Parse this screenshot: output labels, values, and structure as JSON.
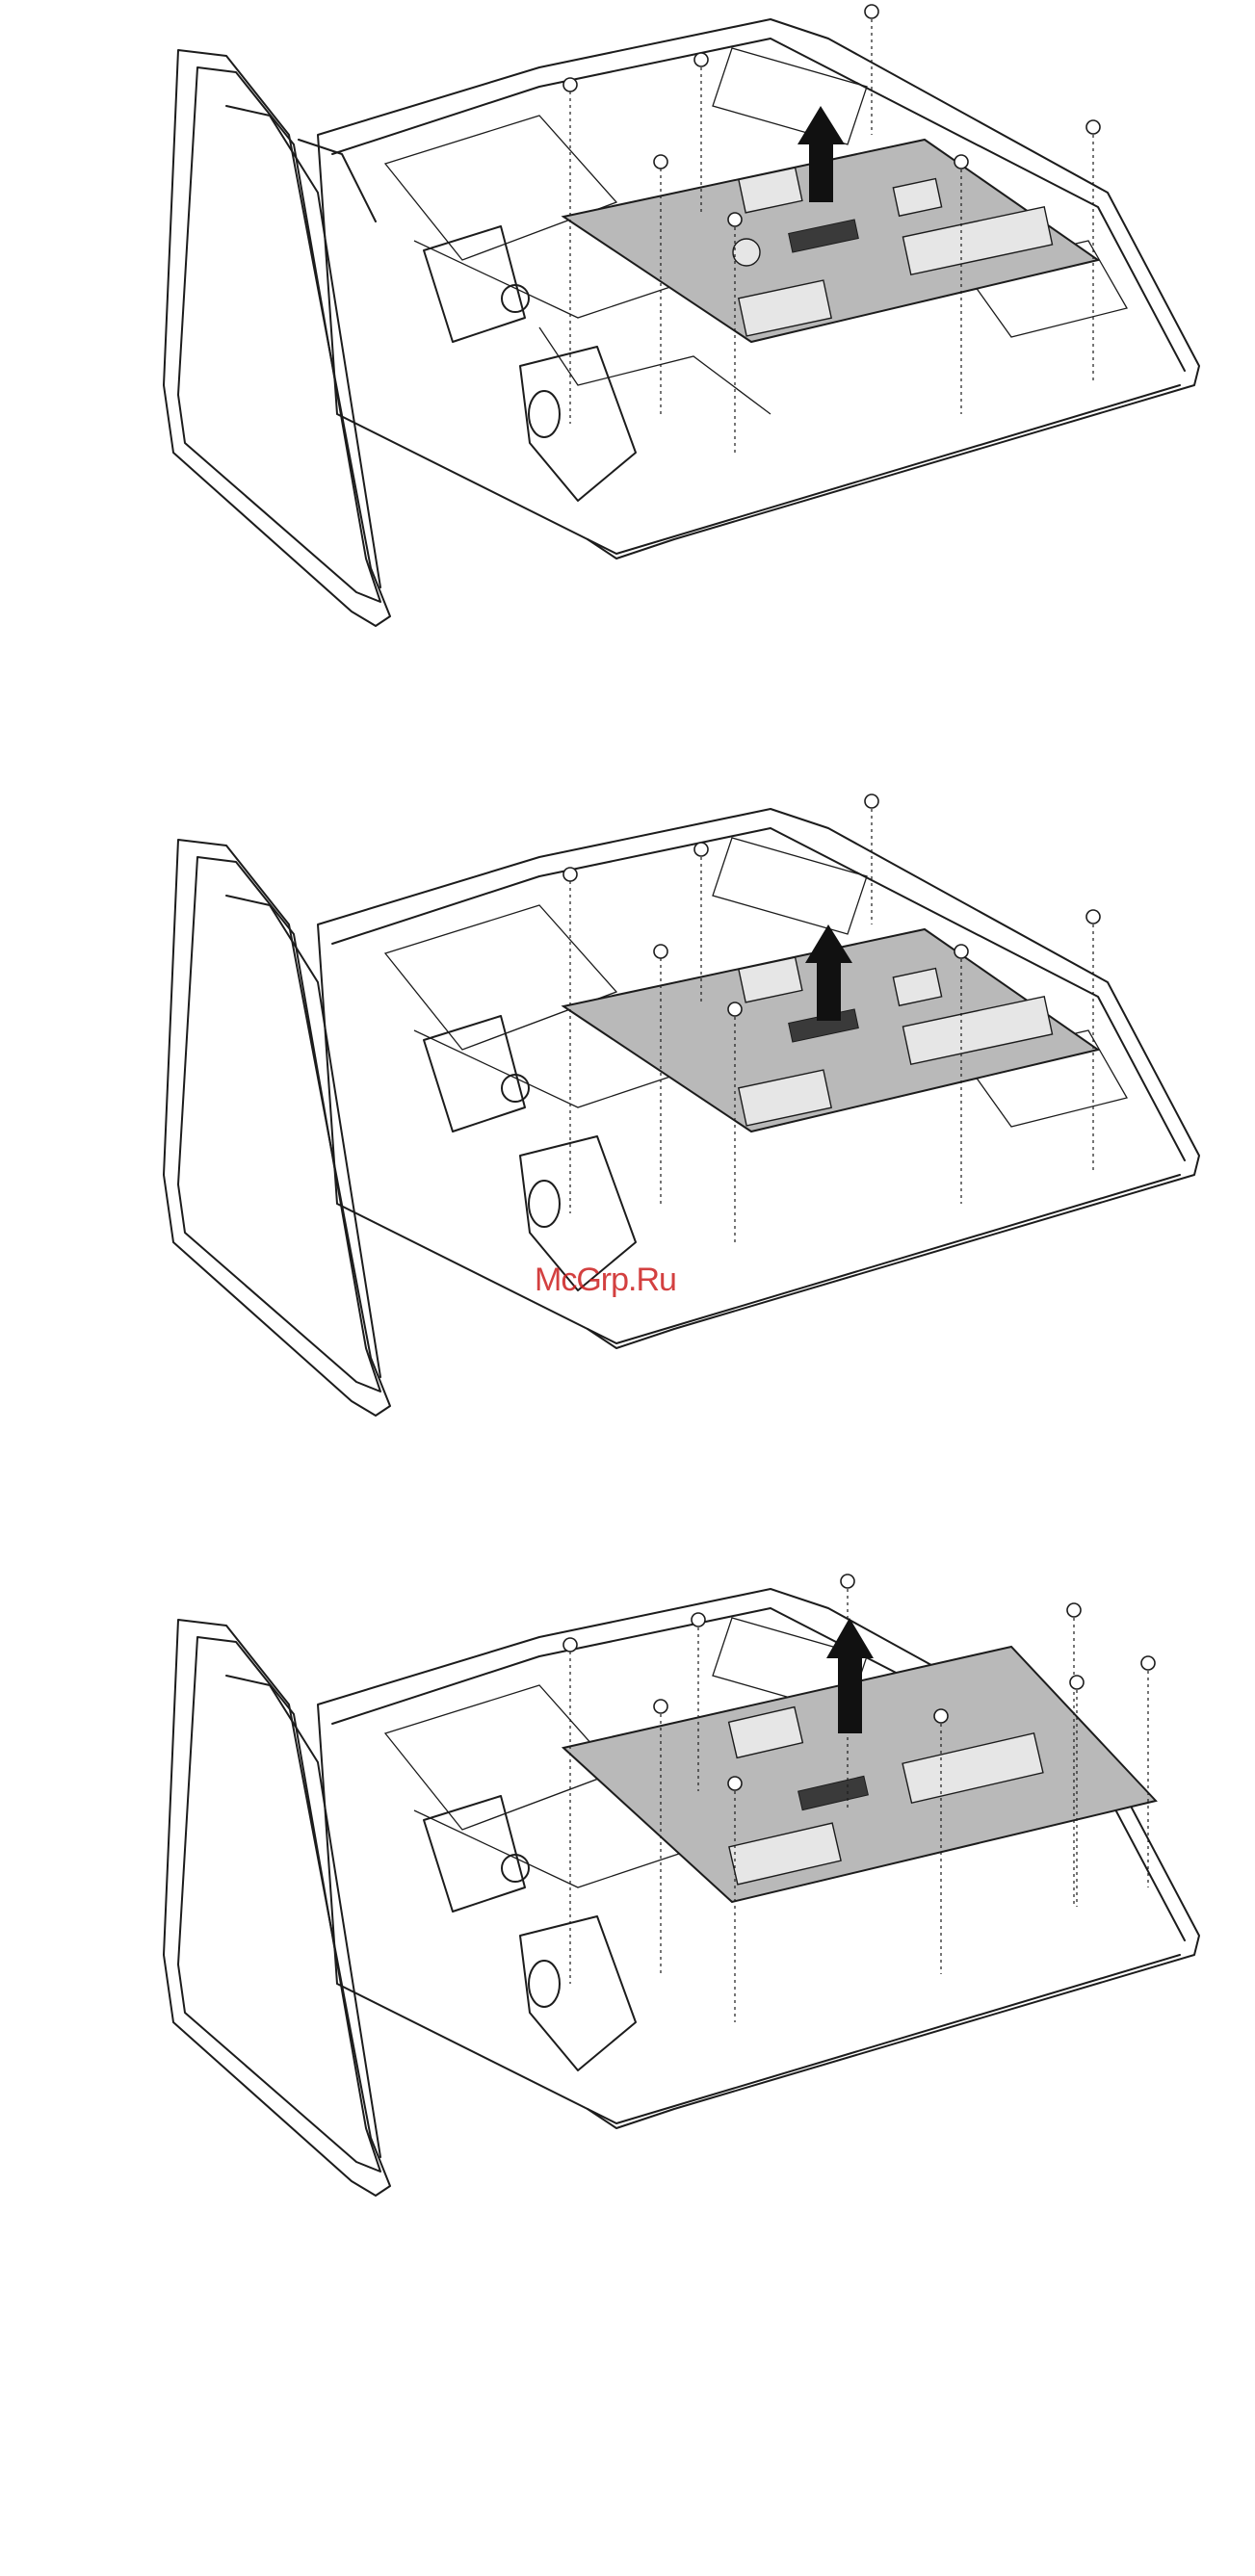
{
  "watermark": {
    "text": "McGrp.Ru",
    "color": "#cc1f1f"
  },
  "diagram": {
    "panels": [
      {
        "name": "step-1",
        "board_state": "seated",
        "arrow": "up"
      },
      {
        "name": "step-2",
        "board_state": "seated",
        "arrow": "up"
      },
      {
        "name": "step-3",
        "board_state": "lifted",
        "arrow": "up"
      }
    ],
    "colors": {
      "line": "#1c1c1c",
      "board": "#b9b9b9",
      "background": "#ffffff"
    }
  }
}
